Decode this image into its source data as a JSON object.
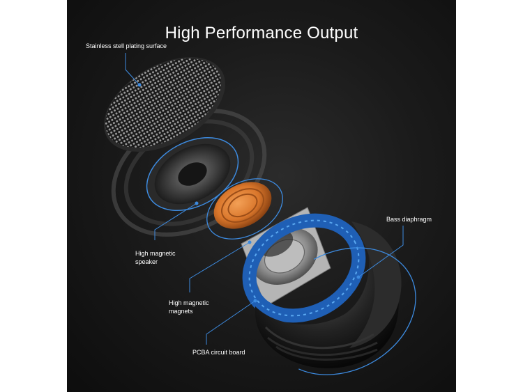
{
  "title": "High Performance Output",
  "labels": {
    "plating": "Stainless stell plating surface",
    "speaker_line1": "High magnetic",
    "speaker_line2": "speaker",
    "magnets_line1": "High magnetic",
    "magnets_line2": "magnets",
    "bass": "Bass diaphragm",
    "pcba": "PCBA circuit board"
  },
  "colors": {
    "background": "#1b1b1b",
    "accent_blue": "#3d8be0",
    "copper": "#d9762b",
    "text": "#ffffff"
  }
}
